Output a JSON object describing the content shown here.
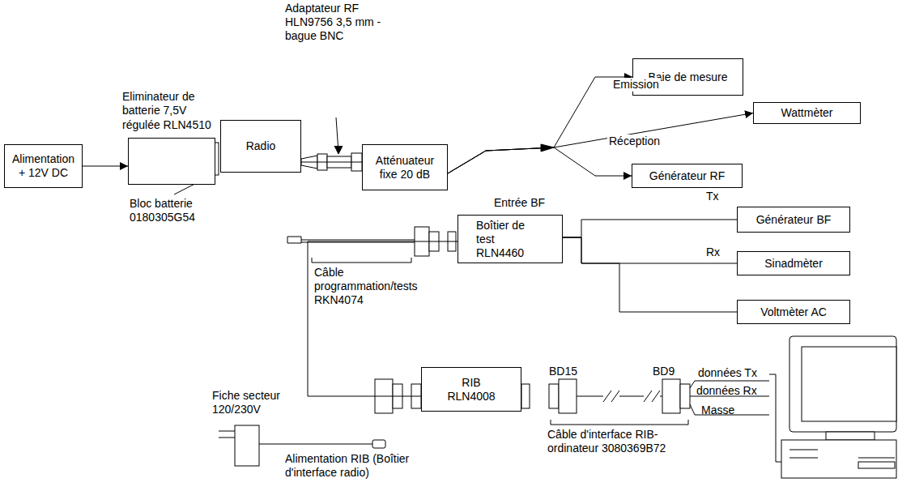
{
  "diagram": {
    "nodes": [
      {
        "text": [
          "Alimentation + 12V DC"
        ]
      },
      {
        "text": [
          "Eliminateur de batterie 7,5V régulée RLN4510"
        ]
      },
      {
        "text": [
          "Radio"
        ]
      },
      {
        "text": [
          "Atténuateur fixe 20 dB"
        ]
      },
      {
        "text": [
          "Baie de mesure"
        ]
      },
      {
        "text": [
          "Wattmèter"
        ]
      },
      {
        "text": [
          "Générateur RF"
        ]
      },
      {
        "text": [
          "Boîtier de test RLN4460"
        ]
      },
      {
        "text": [
          "Générateur BF"
        ]
      },
      {
        "text": [
          "Sinadmèter"
        ]
      },
      {
        "text": [
          "Voltmèter AC"
        ]
      },
      {
        "text": [
          "RIB RLN4008"
        ]
      }
    ],
    "edges": [
      {
        "from": 0,
        "to": 1,
        "arrow": "to"
      },
      {
        "from": 1,
        "to": 2,
        "arrow": "none"
      },
      {
        "from": 2,
        "to": 3,
        "arrow": "none"
      },
      {
        "from": 3,
        "to": 4,
        "label": "Emission",
        "arrow": "to"
      },
      {
        "from": 3,
        "to": 5,
        "label": "Réception",
        "arrow": "to"
      },
      {
        "from": 3,
        "to": 6,
        "arrow": "to"
      },
      {
        "from": 7,
        "to": 8,
        "label": "Tx",
        "arrow": "none"
      },
      {
        "from": 7,
        "to": 9,
        "label": "Rx",
        "arrow": "none"
      },
      {
        "from": 7,
        "to": 10,
        "arrow": "none"
      },
      {
        "from": 7,
        "to": 11,
        "arrow": "none"
      }
    ],
    "labels": [
      "Adaptateur RF HLN9756 3,5 mm - bague BNC",
      "Bloc batterie 0180305G54",
      "Entrée BF",
      "Câble programmation/tests RKN4074",
      "Fiche secteur 120/230V",
      "Alimentation RIB (Boîtier d'interface radio)",
      "BD15",
      "BD9",
      "données Tx",
      "données Rx",
      "Masse",
      "Câble d'interface RIB-ordinateur 3080369B72"
    ]
  }
}
